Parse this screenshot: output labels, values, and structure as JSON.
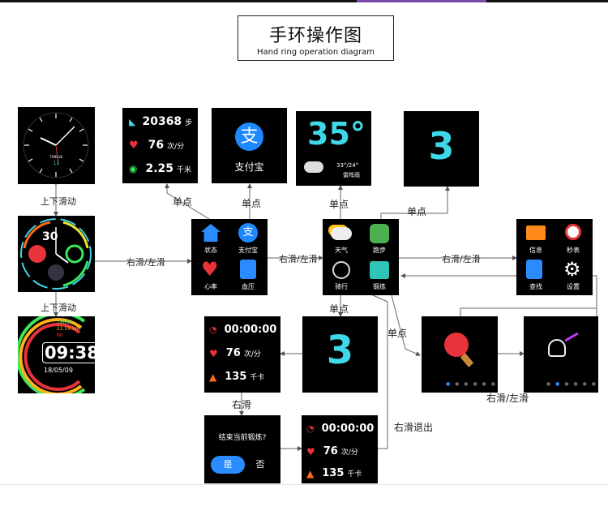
{
  "title": {
    "zh": "手环操作图",
    "en": "Hand ring operation diagram"
  },
  "labels": {
    "updown1": "上下滑动",
    "updown2": "上下滑动",
    "swipe_lr1": "右滑/左滑",
    "swipe_lr2": "右滑/左滑",
    "swipe_lr3": "右滑/左滑",
    "swipe_lr4": "右滑/左滑",
    "tap1": "单点",
    "tap2": "单点",
    "tap3": "单点",
    "tap4": "单点",
    "tap5": "单点",
    "tap6": "单点",
    "right_swipe": "右滑",
    "right_swipe_exit": "右滑退出"
  },
  "watch_analog": {
    "brand": "TWELVE",
    "date": "11"
  },
  "watch_dial": {
    "number": "30"
  },
  "watch_digital": {
    "steps": "18693",
    "distance": "22.59 km",
    "heart": "80",
    "time": "09:38",
    "date": "18/05/09"
  },
  "stats": {
    "steps": "20368",
    "steps_unit": "步",
    "heart": "76",
    "heart_unit": "次/分",
    "distance": "2.25",
    "distance_unit": "千米"
  },
  "alipay": {
    "label": "支付宝",
    "glyph": "支"
  },
  "weather": {
    "temp": "35°",
    "range": "33°/24°",
    "desc": "雷阵雨"
  },
  "countdown1": "3",
  "countdown2": "3",
  "menu1": [
    {
      "icon": "home-icon",
      "label": "状态"
    },
    {
      "icon": "alipay-icon",
      "label": "支付宝"
    },
    {
      "icon": "heart-rate-icon",
      "label": "心率"
    },
    {
      "icon": "blood-pressure-icon",
      "label": "血压"
    }
  ],
  "menu2": [
    {
      "icon": "weather-icon",
      "label": "天气"
    },
    {
      "icon": "running-icon",
      "label": "跑步"
    },
    {
      "icon": "cycling-icon",
      "label": "骑行"
    },
    {
      "icon": "exercise-icon",
      "label": "锻炼"
    }
  ],
  "menu3": [
    {
      "icon": "message-icon",
      "label": "信息"
    },
    {
      "icon": "stopwatch-icon",
      "label": "秒表"
    },
    {
      "icon": "find-icon",
      "label": "查找"
    },
    {
      "icon": "settings-icon",
      "label": "设置"
    }
  ],
  "workout": {
    "time": "00:00:00",
    "heart": "76",
    "heart_unit": "次/分",
    "cal": "135",
    "cal_unit": "千卡"
  },
  "workout2": {
    "time": "00:00:00",
    "heart": "76",
    "heart_unit": "次/分",
    "cal": "135",
    "cal_unit": "千卡"
  },
  "end_dialog": {
    "question": "结束当前锻炼?",
    "yes": "是",
    "no": "否"
  },
  "colors": {
    "cyan": "#3fd8e8",
    "red": "#e8333a",
    "orange": "#ff6a1a",
    "blue": "#1e88ff"
  }
}
